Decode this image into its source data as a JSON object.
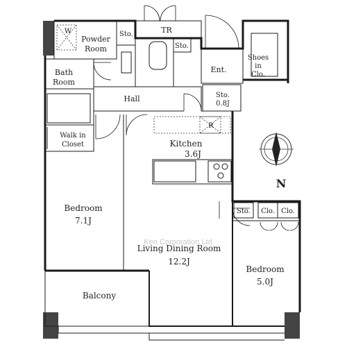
{
  "rooms": {
    "powder_room": [
      "Powder",
      "Room"
    ],
    "storage_top": "Sto.",
    "tr": "TR",
    "storage_toilet": "Sto.",
    "bath_room": [
      "Bath",
      "Room"
    ],
    "hall": "Hall",
    "entrance": "Ent.",
    "shoes_closet": [
      "Shoes",
      "in",
      "Clo."
    ],
    "storage_entry": [
      "Sto.",
      "0.8J"
    ],
    "walk_in_closet": [
      "Walk in",
      "Closet"
    ],
    "kitchen": [
      "Kitchen",
      "3.6J"
    ],
    "refrigerator": "R",
    "washer": "W",
    "bedroom_1": [
      "Bedroom",
      "7.1J"
    ],
    "living_dining": [
      "Living Dining Room",
      "12.2J"
    ],
    "storage_br2": "Sto.",
    "closet_a": "Clo.",
    "closet_b": "Clo.",
    "bedroom_2": [
      "Bedroom",
      "5.0J"
    ],
    "balcony": "Balcony"
  },
  "compass": {
    "label": "N"
  },
  "watermark": "Ken Corporation Ltd."
}
